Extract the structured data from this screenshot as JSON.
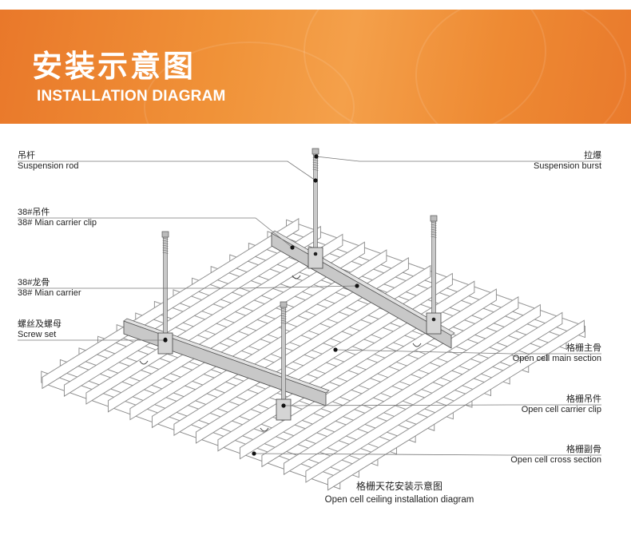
{
  "banner": {
    "title_cn": "安装示意图",
    "title_en": "INSTALLATION DIAGRAM"
  },
  "labels": {
    "suspension_rod": {
      "cn": "吊杆",
      "en": "Suspension rod"
    },
    "carrier_clip": {
      "cn": "38#吊件",
      "en": "38# Mian carrier clip"
    },
    "main_carrier": {
      "cn": "38#龙骨",
      "en": "38# Mian carrier"
    },
    "screw_set": {
      "cn": "螺丝及螺母",
      "en": "Screw set"
    },
    "suspension_burst": {
      "cn": "拉爆",
      "en": "Suspension burst"
    },
    "open_cell_main": {
      "cn": "格栅主骨",
      "en": "Open cell main section"
    },
    "open_cell_clip": {
      "cn": "格栅吊件",
      "en": "Open cell carrier clip"
    },
    "open_cell_cross": {
      "cn": "格栅副骨",
      "en": "Open cell cross section"
    }
  },
  "caption": {
    "cn": "格栅天花安装示意图",
    "en": "Open cell ceiling installation diagram"
  },
  "colors": {
    "banner_orange": "#ee8a33",
    "line": "#777777",
    "metal": "#c8c8c8"
  }
}
